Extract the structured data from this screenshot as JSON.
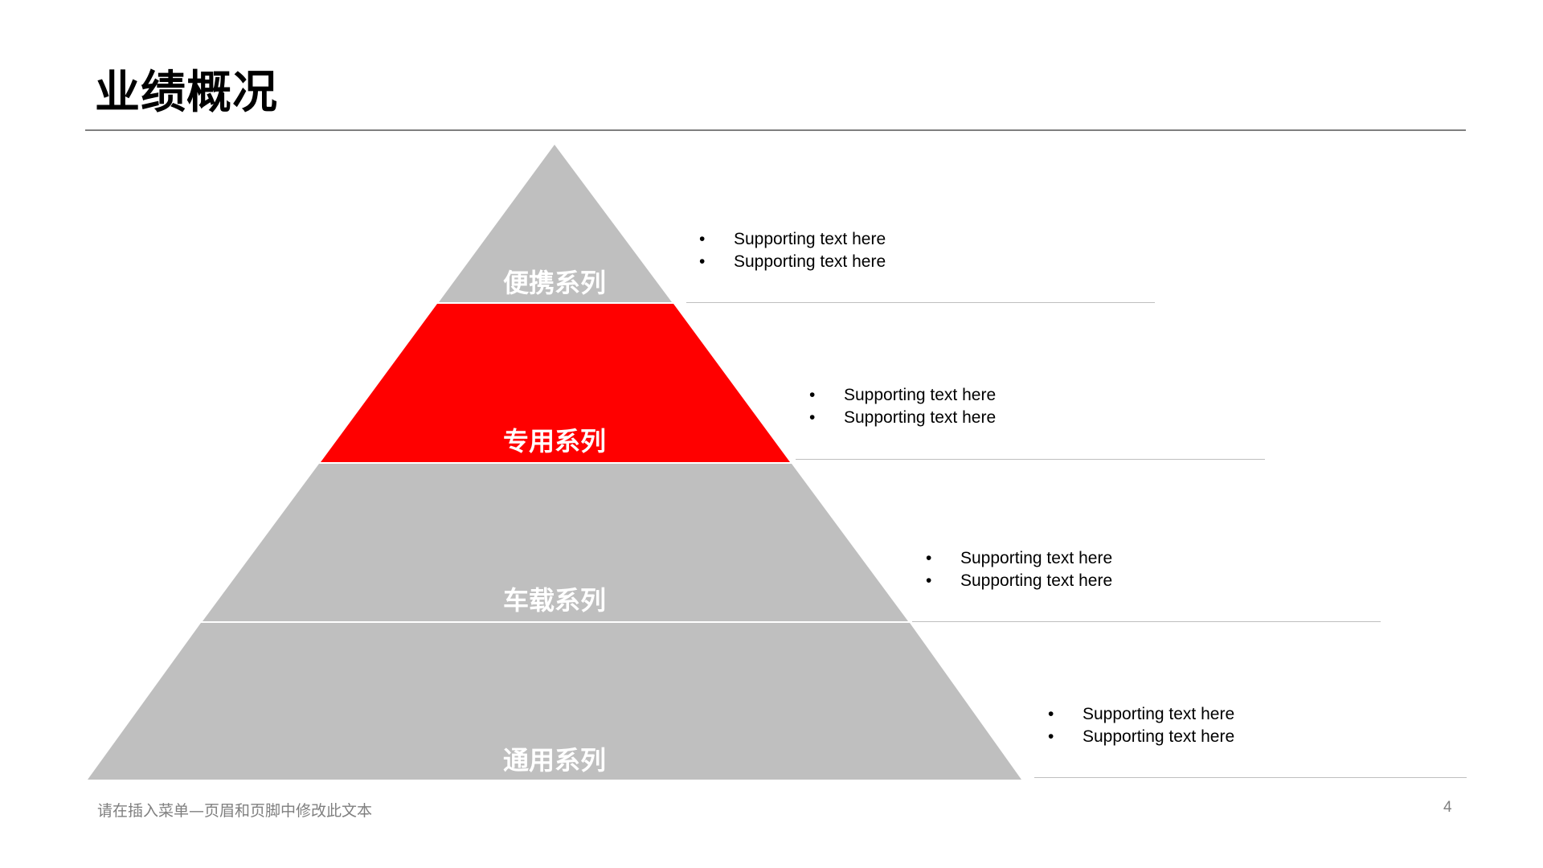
{
  "slide": {
    "title": "业绩概况",
    "footer": "请在插入菜单—页眉和页脚中修改此文本",
    "page_number": "4"
  },
  "colors": {
    "tier_gray": "#bfbfbf",
    "tier_highlight": "#ff0000",
    "label_text": "#ffffff",
    "rule": "#7f7f7f"
  },
  "tiers": [
    {
      "label": "便携系列",
      "highlighted": false,
      "bullets": [
        "Supporting text here",
        "Supporting text here"
      ]
    },
    {
      "label": "专用系列",
      "highlighted": true,
      "bullets": [
        "Supporting text here",
        "Supporting text here"
      ]
    },
    {
      "label": "车载系列",
      "highlighted": false,
      "bullets": [
        "Supporting text here",
        "Supporting text here"
      ]
    },
    {
      "label": "通用系列",
      "highlighted": false,
      "bullets": [
        "Supporting text here",
        "Supporting text here"
      ]
    }
  ],
  "bullet_char": "•"
}
